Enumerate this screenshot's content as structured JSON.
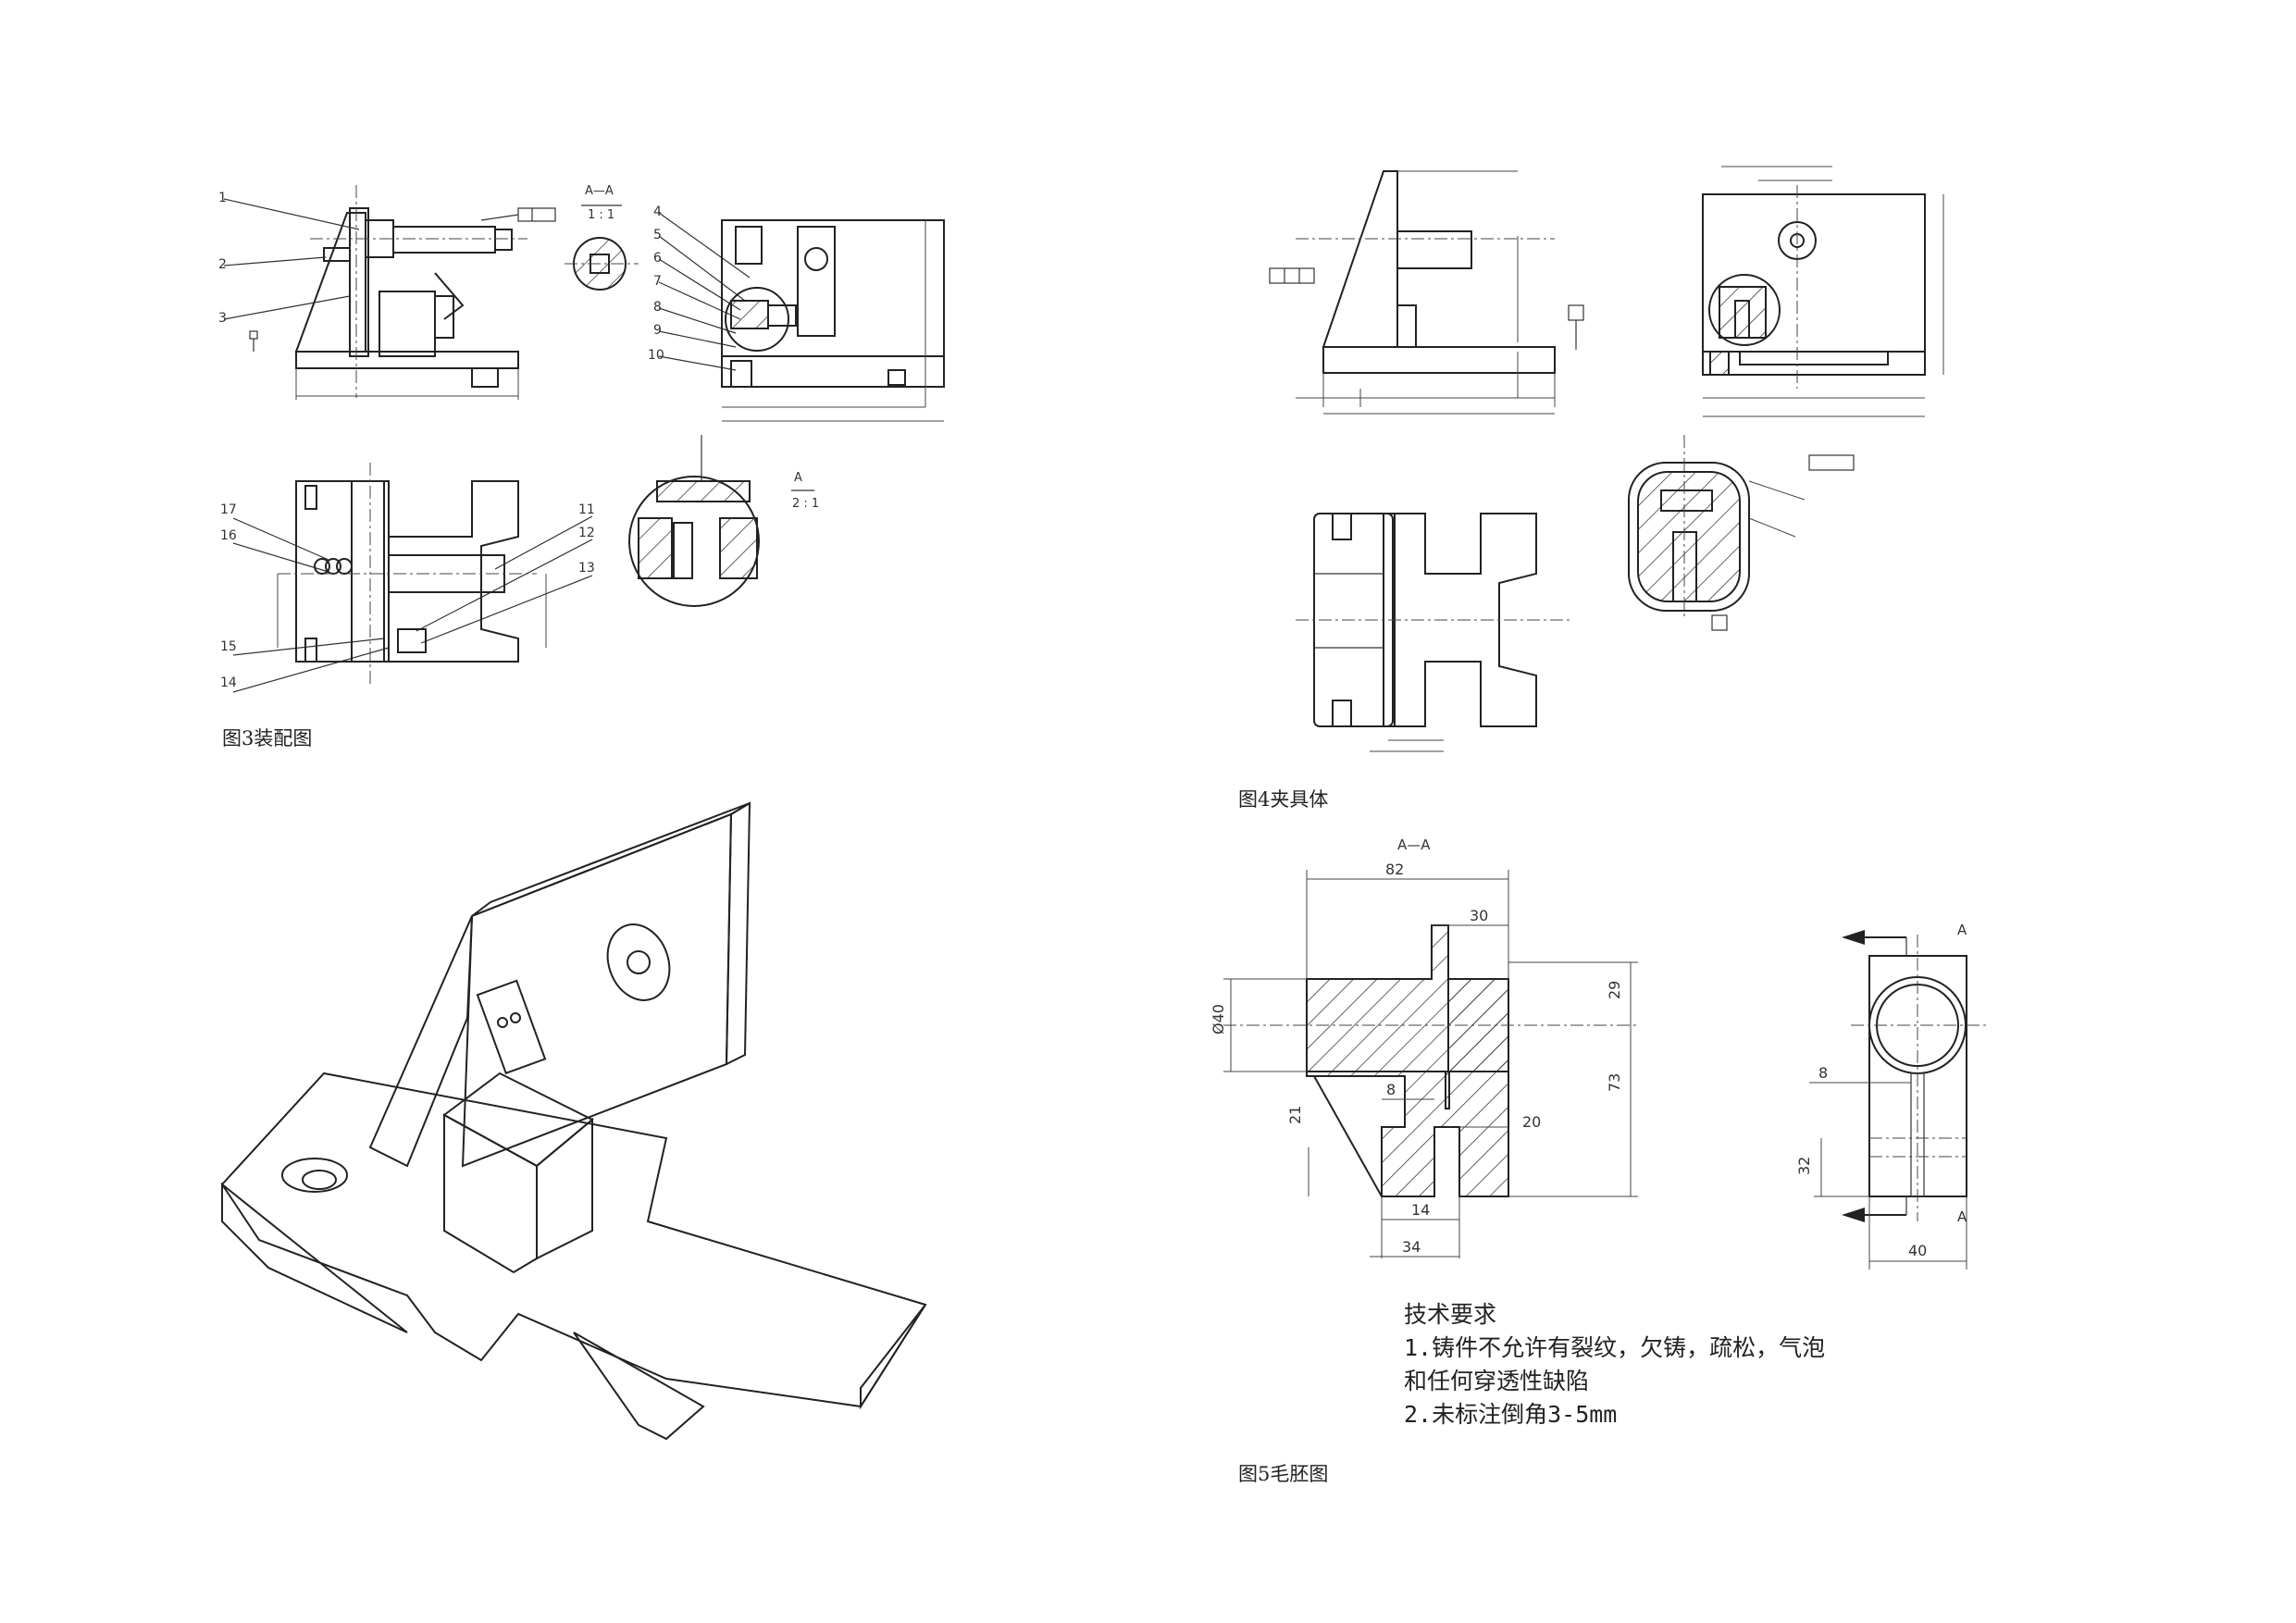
{
  "captions": {
    "fig3": "图3装配图",
    "fig4": "图4夹具体",
    "fig5": "图5毛胚图"
  },
  "assembly_callouts": [
    "1",
    "2",
    "3",
    "4",
    "5",
    "6",
    "7",
    "8",
    "9",
    "10",
    "11",
    "12",
    "13",
    "14",
    "15",
    "16",
    "17"
  ],
  "section_labels": {
    "aa": "A—A",
    "scale_1_1": "1 : 1",
    "scale_2_1": "2 : 1",
    "a": "A"
  },
  "blank_dimensions": {
    "d82": "82",
    "d30": "30",
    "d29": "29",
    "d40": "Ø40",
    "d73": "73",
    "d21": "21",
    "d8": "8",
    "d20": "20",
    "d14": "14",
    "d34": "34",
    "d8b": "8",
    "d32": "32",
    "d40b": "40"
  },
  "tech_requirements": {
    "title": "技术要求",
    "line1": "1.铸件不允许有裂纹，欠铸，疏松，气泡",
    "line2": "和任何穿透性缺陷",
    "line3": "2.未标注倒角3-5mm"
  }
}
